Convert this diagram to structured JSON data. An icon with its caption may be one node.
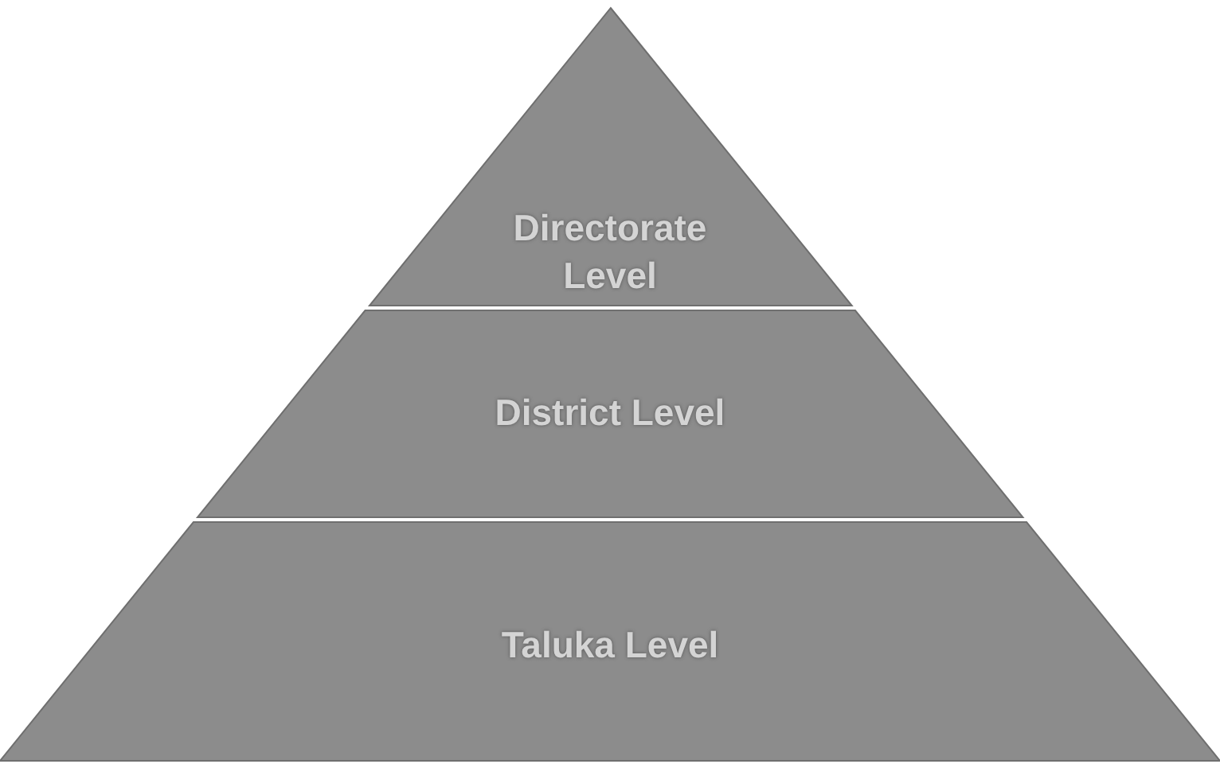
{
  "diagram": {
    "nodes": [
      {
        "text": [
          "Directorate Level"
        ]
      },
      {
        "text": [
          "District Level"
        ]
      },
      {
        "text": [
          "Taluka Level"
        ]
      }
    ]
  }
}
